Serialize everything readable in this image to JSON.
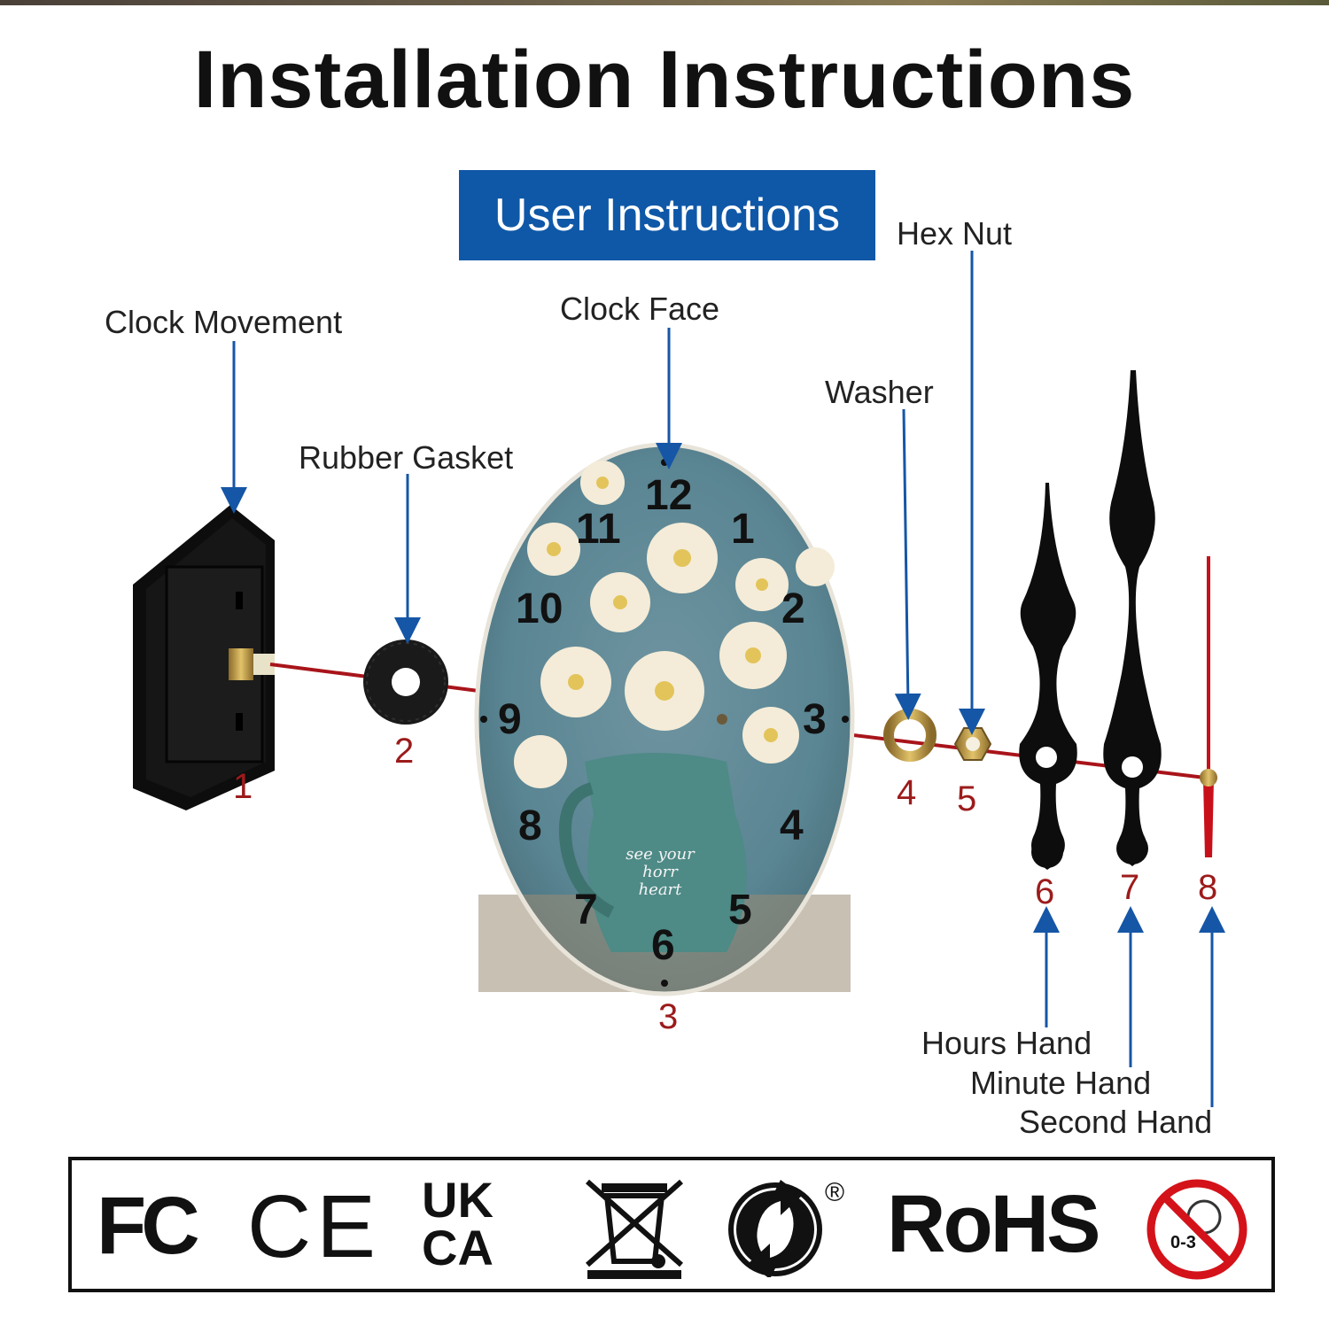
{
  "title": "Installation Instructions",
  "banner": "User Instructions",
  "parts": [
    {
      "label": "Clock Movement",
      "number": "1"
    },
    {
      "label": "Rubber Gasket",
      "number": "2"
    },
    {
      "label": "Clock Face",
      "number": "3"
    },
    {
      "label": "Washer",
      "number": "4"
    },
    {
      "label": "Hex Nut",
      "number": "5"
    },
    {
      "label": "Hours Hand",
      "number": "6"
    },
    {
      "label": "Minute Hand",
      "number": "7"
    },
    {
      "label": "Second Hand",
      "number": "8"
    }
  ],
  "clock_numerals": [
    "12",
    "1",
    "2",
    "3",
    "4",
    "5",
    "6",
    "7",
    "8",
    "9",
    "10",
    "11"
  ],
  "vase_text": [
    "see your horr",
    "heart"
  ],
  "certifications": {
    "fc": "FC",
    "ce": "CE",
    "ukca_top": "UK",
    "ukca_bottom": "CA",
    "registered_mark": "®",
    "rohs": "RoHS",
    "age_warning": "0-3"
  },
  "colors": {
    "arrow": "#1556a6",
    "axis": "#a8141a",
    "number": "#9c1b1b",
    "banner": "#0f58a8"
  },
  "icons": [
    "clock-movement-icon",
    "rubber-gasket-icon",
    "clock-face-icon",
    "washer-icon",
    "hex-nut-icon",
    "hour-hand-icon",
    "minute-hand-icon",
    "second-hand-icon",
    "fc-mark-icon",
    "ce-mark-icon",
    "ukca-mark-icon",
    "weee-bin-icon",
    "green-dot-icon",
    "rohs-mark-icon",
    "age-warning-icon"
  ]
}
